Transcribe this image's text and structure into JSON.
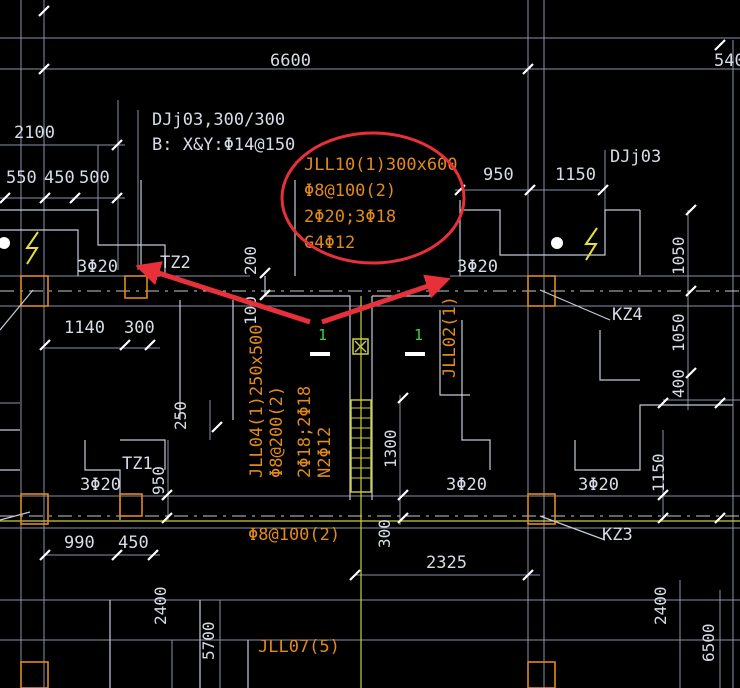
{
  "dimensions": {
    "top_span": "6600",
    "top_right_partial": "540",
    "d2100": "2100",
    "d550": "550",
    "d450": "450",
    "d500": "500",
    "d950_top": "950",
    "d1150_top": "1150",
    "d200": "200",
    "d100": "100",
    "d1140": "1140",
    "d300": "300",
    "d1050a": "1050",
    "d1050b": "1050",
    "d400": "400",
    "d250": "250",
    "d950_mid": "950",
    "d1300": "1300",
    "d1150_right": "1150",
    "d990": "990",
    "d450_bottom": "450",
    "d300_bottom": "300",
    "d2325": "2325",
    "d2400_left": "2400",
    "d5700": "5700",
    "d2400_right": "2400",
    "d6500": "6500"
  },
  "labels": {
    "foundation_left_1": "DJj03,300/300",
    "foundation_left_2": "B:  X&Y:Φ14@150",
    "foundation_right": "DJj03",
    "rebar_3d20_tl": "3Φ20",
    "rebar_3d20_tr": "3Φ20",
    "rebar_3d20_bl": "3Φ20",
    "rebar_3d20_bm": "3Φ20",
    "rebar_3d20_br": "3Φ20",
    "tz2": "TZ2",
    "tz1": "TZ1",
    "kz4": "KZ4",
    "kz3": "KZ3",
    "green_1_left": "1",
    "green_1_right": "1"
  },
  "beams": {
    "jll10": [
      "JLL10(1)300x600",
      "Φ8@100(2)",
      "2Φ20;3Φ18",
      "G4Φ12"
    ],
    "jll04": [
      "JLL04(1)250x500",
      "Φ8@200(2)",
      "2Φ18;2Φ18",
      "N2Φ12"
    ],
    "jll02": "JLL02(1)",
    "jll07": "JLL07(5)",
    "stirrup_bottom": "Φ8@100(2)"
  },
  "colors": {
    "background": "#000000",
    "beam_text": "#e08a1e",
    "annotation_red": "#e8303a",
    "grid_line": "#8a92a8",
    "dimension_text": "#d8dce6",
    "marker_green": "#3fd13f",
    "marker_yellow": "#cfcf3a"
  },
  "icons": [
    "lightning-icon",
    "dot-icon",
    "cross-box-icon"
  ]
}
